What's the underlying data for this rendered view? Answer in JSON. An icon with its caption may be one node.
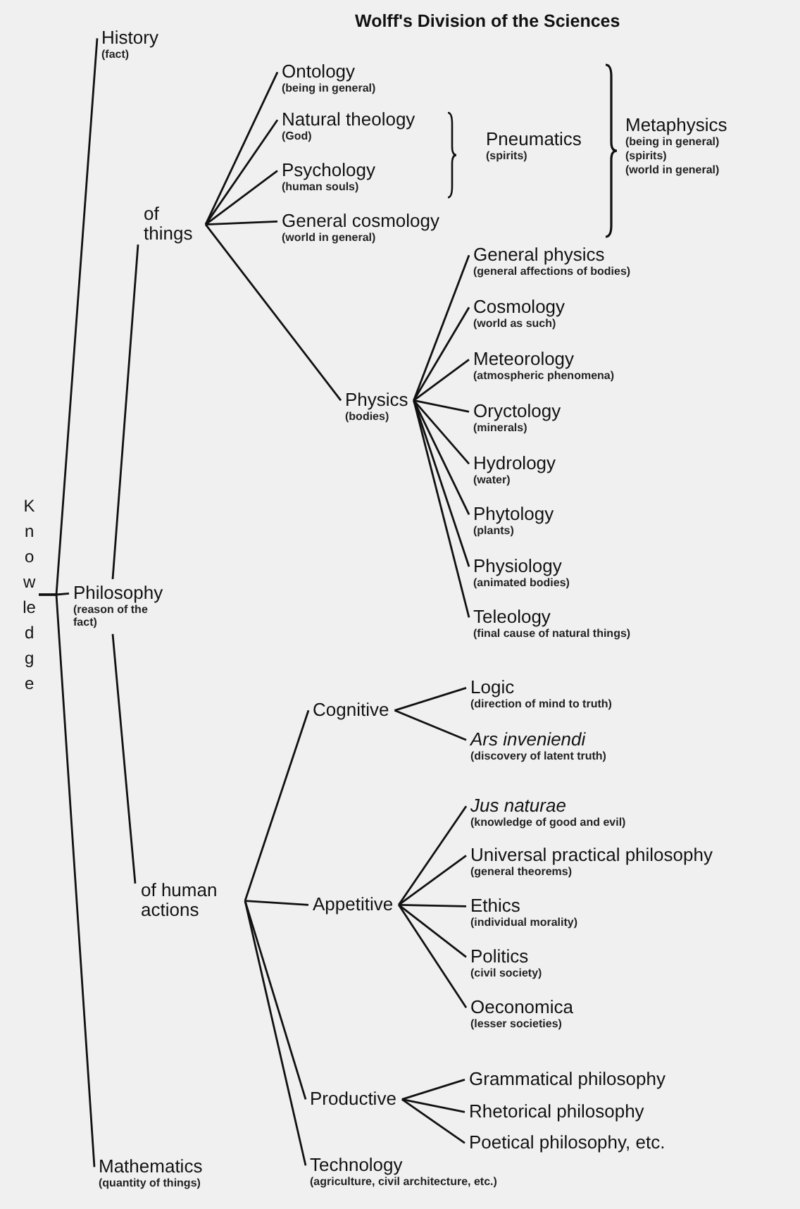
{
  "diagram": {
    "title": "Wolff's Division of the Sciences",
    "nodes": [
      {
        "text": [
          "Knowledge"
        ]
      },
      {
        "text": [
          "History",
          "(fact)"
        ]
      },
      {
        "text": [
          "Philosophy",
          "(reason of the fact)"
        ]
      },
      {
        "text": [
          "of things"
        ]
      },
      {
        "text": [
          "Ontology",
          "(being in general)"
        ]
      },
      {
        "text": [
          "Natural theology",
          "(God)"
        ]
      },
      {
        "text": [
          "Psychology",
          "(human souls)"
        ]
      },
      {
        "text": [
          "General cosmology",
          "(world in general)"
        ]
      },
      {
        "text": [
          "Pneumatics",
          "(spirits)"
        ]
      },
      {
        "text": [
          "Metaphysics",
          "(being in general)",
          "(spirits)",
          "(world in general)"
        ]
      },
      {
        "text": [
          "Physics",
          "(bodies)"
        ]
      },
      {
        "text": [
          "General physics",
          "(general affections of bodies)"
        ]
      },
      {
        "text": [
          "Cosmology",
          "(world as such)"
        ]
      },
      {
        "text": [
          "Meteorology",
          "(atmospheric phenomena)"
        ]
      },
      {
        "text": [
          "Oryctology",
          "(minerals)"
        ]
      },
      {
        "text": [
          "Hydrology",
          "(water)"
        ]
      },
      {
        "text": [
          "Phytology",
          "(plants)"
        ]
      },
      {
        "text": [
          "Physiology",
          "(animated bodies)"
        ]
      },
      {
        "text": [
          "Teleology",
          "(final cause of natural things)"
        ]
      },
      {
        "text": [
          "of human actions"
        ]
      },
      {
        "text": [
          "Cognitive"
        ]
      },
      {
        "text": [
          "Logic",
          "(direction of mind to truth)"
        ]
      },
      {
        "text": [
          "Ars inveniendi",
          "(discovery of latent truth)"
        ]
      },
      {
        "text": [
          "Appetitive"
        ]
      },
      {
        "text": [
          "Jus naturae",
          "(knowledge of good and evil)"
        ]
      },
      {
        "text": [
          "Universal practical philosophy",
          "(general theorems)"
        ]
      },
      {
        "text": [
          "Ethics",
          "(individual morality)"
        ]
      },
      {
        "text": [
          "Politics",
          "(civil society)"
        ]
      },
      {
        "text": [
          "Oeconomica",
          "(lesser societies)"
        ]
      },
      {
        "text": [
          "Productive"
        ]
      },
      {
        "text": [
          "Grammatical philosophy"
        ]
      },
      {
        "text": [
          "Rhetorical philosophy"
        ]
      },
      {
        "text": [
          "Poetical philosophy, etc."
        ]
      },
      {
        "text": [
          "Mathematics",
          "(quantity of things)"
        ]
      },
      {
        "text": [
          "Technology",
          "(agriculture, civil architecture, etc.)"
        ]
      }
    ],
    "edges": [
      {
        "from": 0,
        "to": 1,
        "arrow": "none"
      },
      {
        "from": 0,
        "to": 2,
        "arrow": "none"
      },
      {
        "from": 0,
        "to": 33,
        "arrow": "none"
      },
      {
        "from": 2,
        "to": 3,
        "arrow": "none"
      },
      {
        "from": 2,
        "to": 19,
        "arrow": "none"
      },
      {
        "from": 3,
        "to": 4,
        "arrow": "none"
      },
      {
        "from": 3,
        "to": 5,
        "arrow": "none"
      },
      {
        "from": 3,
        "to": 6,
        "arrow": "none"
      },
      {
        "from": 3,
        "to": 7,
        "arrow": "none"
      },
      {
        "from": 3,
        "to": 10,
        "arrow": "none"
      },
      {
        "from": 10,
        "to": 11,
        "arrow": "none"
      },
      {
        "from": 10,
        "to": 12,
        "arrow": "none"
      },
      {
        "from": 10,
        "to": 13,
        "arrow": "none"
      },
      {
        "from": 10,
        "to": 14,
        "arrow": "none"
      },
      {
        "from": 10,
        "to": 15,
        "arrow": "none"
      },
      {
        "from": 10,
        "to": 16,
        "arrow": "none"
      },
      {
        "from": 10,
        "to": 17,
        "arrow": "none"
      },
      {
        "from": 10,
        "to": 18,
        "arrow": "none"
      },
      {
        "from": 19,
        "to": 20,
        "arrow": "none"
      },
      {
        "from": 19,
        "to": 23,
        "arrow": "none"
      },
      {
        "from": 19,
        "to": 29,
        "arrow": "none"
      },
      {
        "from": 19,
        "to": 34,
        "arrow": "none"
      },
      {
        "from": 20,
        "to": 21,
        "arrow": "none"
      },
      {
        "from": 20,
        "to": 22,
        "arrow": "none"
      },
      {
        "from": 23,
        "to": 24,
        "arrow": "none"
      },
      {
        "from": 23,
        "to": 25,
        "arrow": "none"
      },
      {
        "from": 23,
        "to": 26,
        "arrow": "none"
      },
      {
        "from": 23,
        "to": 27,
        "arrow": "none"
      },
      {
        "from": 23,
        "to": 28,
        "arrow": "none"
      },
      {
        "from": 29,
        "to": 30,
        "arrow": "none"
      },
      {
        "from": 29,
        "to": 31,
        "arrow": "none"
      },
      {
        "from": 29,
        "to": 32,
        "arrow": "none"
      }
    ]
  }
}
